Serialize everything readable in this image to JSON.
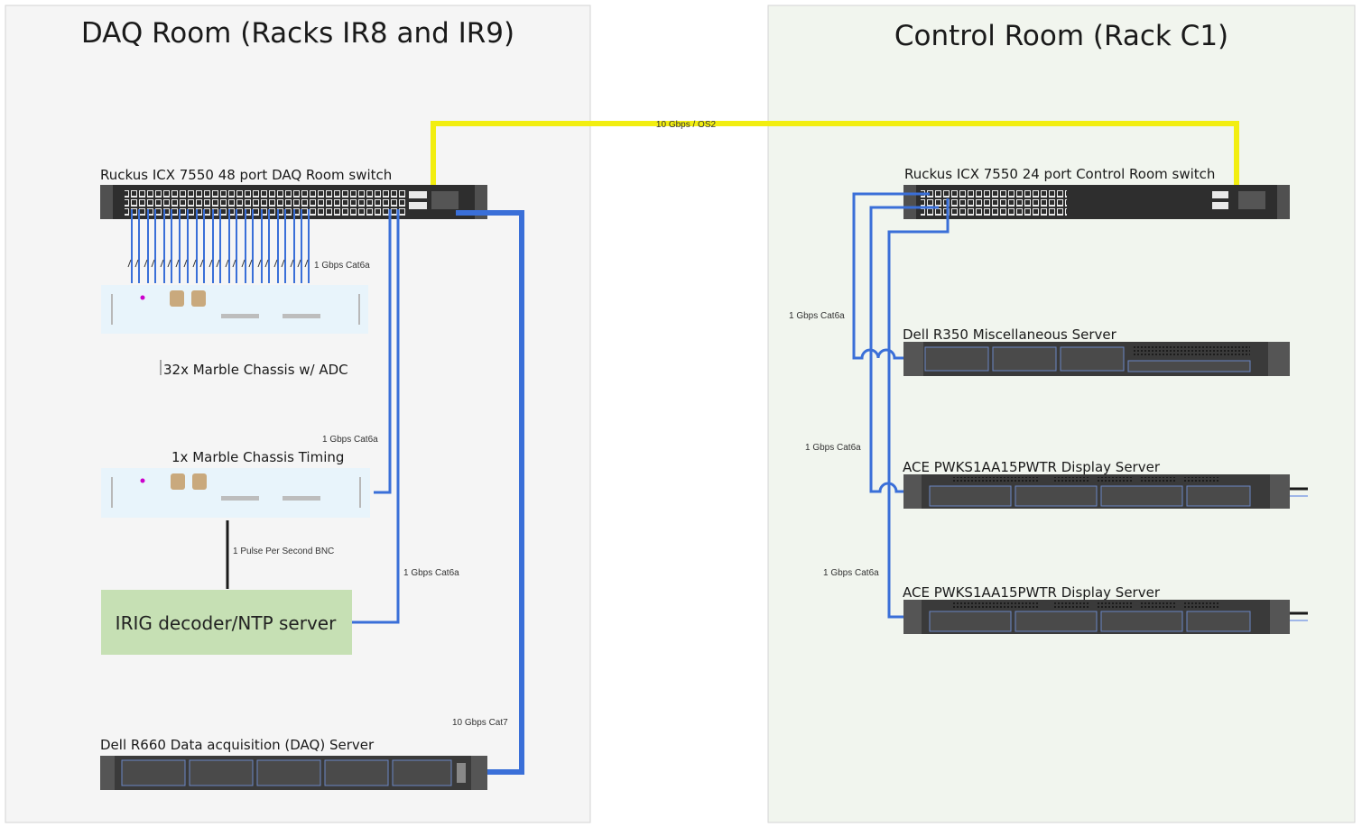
{
  "rooms": {
    "daq": {
      "title": "DAQ Room (Racks IR8 and IR9)"
    },
    "control": {
      "title": "Control Room (Rack C1)"
    }
  },
  "devices": {
    "daq_switch": "Ruckus ICX 7550 48 port DAQ Room switch",
    "control_switch": "Ruckus ICX 7550 24 port Control Room switch",
    "marble_adc": "32x Marble Chassis w/ ADC",
    "marble_timing": "1x Marble Chassis Timing",
    "irig": "IRIG decoder/NTP server",
    "daq_server": "Dell R660 Data acquisition (DAQ) Server",
    "misc_server": "Dell R350 Miscellaneous Server",
    "display_server_1": "ACE PWKS1AA15PWTR Display Server",
    "display_server_2": "ACE PWKS1AA15PWTR Display Server"
  },
  "links": {
    "uplink": "10 Gbps / OS2",
    "adc_bundle": "1 Gbps Cat6a",
    "timing": "1 Gbps Cat6a",
    "pps": "1 Pulse Per Second BNC",
    "irig": "1 Gbps Cat6a",
    "daq_server": "10 Gbps  Cat7",
    "misc_server": "1 Gbps Cat6a",
    "display_1": "1 Gbps Cat6a",
    "display_2": "1 Gbps Cat6a"
  },
  "colors": {
    "uplink": "#f2ee10",
    "ethernet": "#3a6fd8",
    "daq_room_bg": "#f5f5f5",
    "control_room_bg": "#f1f5ee",
    "irig_box": "#c6e0b4",
    "chassis": "#e8f4fb",
    "rack_unit": "#3a3a3a"
  }
}
